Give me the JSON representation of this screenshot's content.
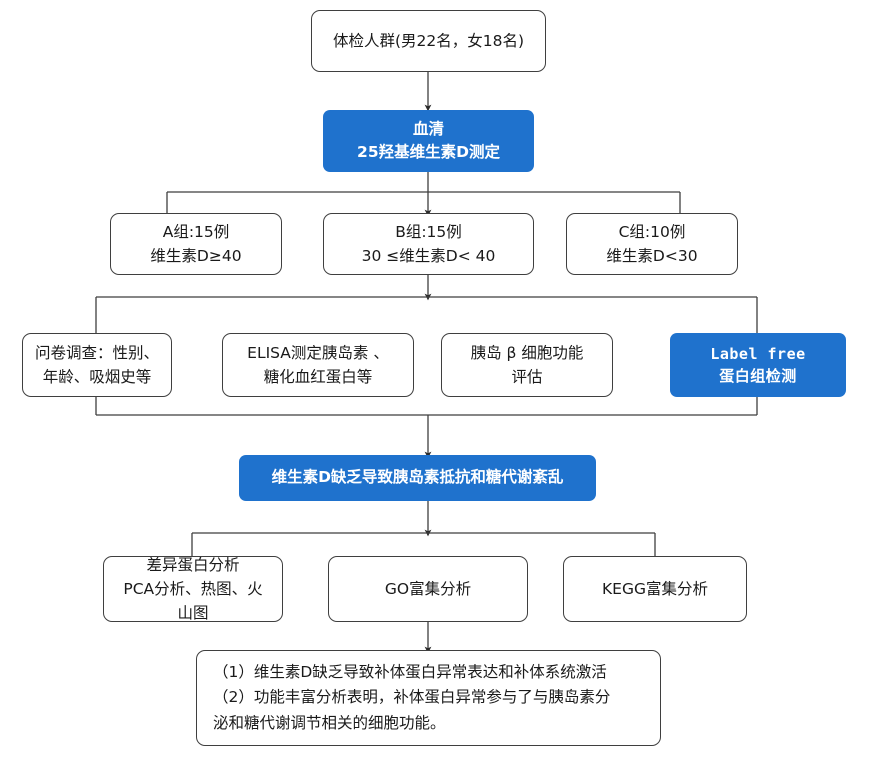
{
  "diagram": {
    "title": "Vitamin D Study Flowchart",
    "accent_color": "#1f72cd",
    "line_color": "#3f3f3f",
    "text_color": "#1a1a1a"
  },
  "nodes": {
    "cohort": {
      "lines": [
        "体检人群(男22名，女18名)"
      ]
    },
    "serum_assay": {
      "lines": [
        "血清",
        "25羟基维生素D测定"
      ]
    },
    "group_a": {
      "lines": [
        "A组:15例",
        "维生素D≥40"
      ]
    },
    "group_b": {
      "lines": [
        "B组:15例",
        "30 ≤维生素D< 40"
      ]
    },
    "group_c": {
      "lines": [
        "C组:10例",
        "维生素D<30"
      ]
    },
    "questionnaire": {
      "lines": [
        "问卷调查：性别、",
        "年龄、吸烟史等"
      ]
    },
    "elisa": {
      "lines": [
        "ELISA测定胰岛素 、",
        "糖化血红蛋白等"
      ]
    },
    "beta_cell": {
      "lines": [
        "胰岛 β 细胞功能",
        "评估"
      ]
    },
    "label_free": {
      "lines": [
        "Label free",
        "蛋白组检测"
      ]
    },
    "finding": {
      "lines": [
        "维生素D缺乏导致胰岛素抵抗和糖代谢紊乱"
      ]
    },
    "diff_protein": {
      "lines": [
        "差异蛋白分析",
        "PCA分析、热图、火",
        "山图"
      ]
    },
    "go_enrich": {
      "lines": [
        "GO富集分析"
      ]
    },
    "kegg_enrich": {
      "lines": [
        "KEGG富集分析"
      ]
    },
    "conclusion": {
      "lines": [
        "（1）维生素D缺乏导致补体蛋白异常表达和补体系统激活",
        "（2）功能丰富分析表明，补体蛋白异常参与了与胰岛素分",
        "泌和糖代谢调节相关的细胞功能。"
      ]
    }
  }
}
